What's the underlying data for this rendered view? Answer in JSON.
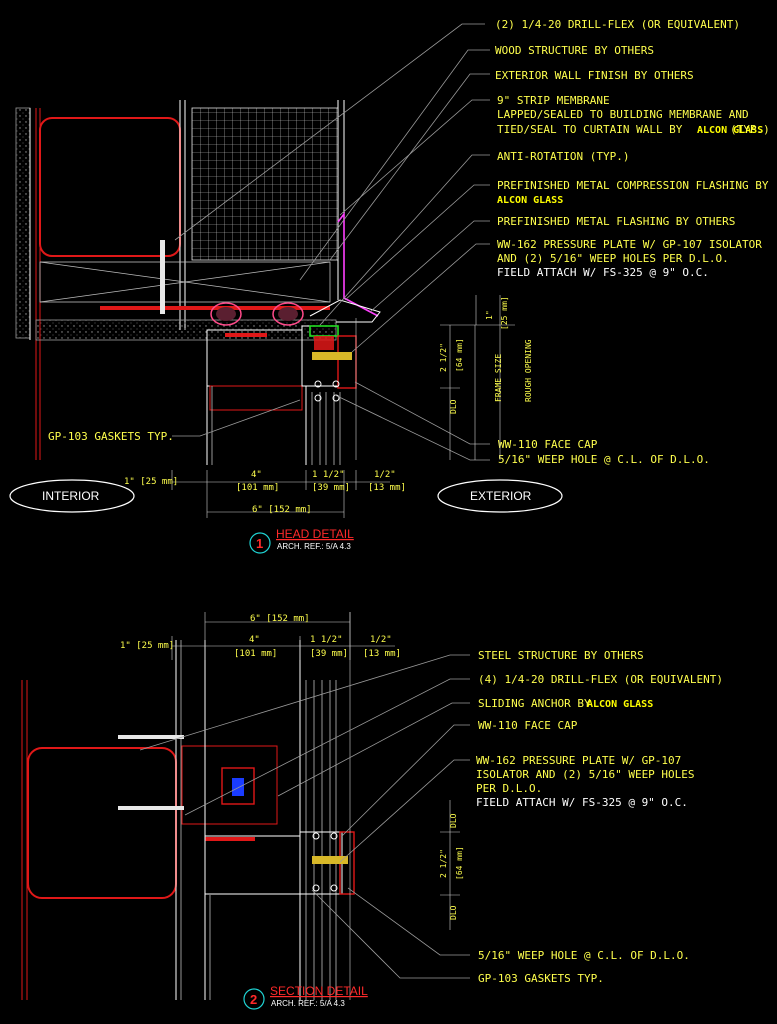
{
  "head": {
    "notes": [
      "(2)  1/4-20 DRILL-FLEX (OR EQUIVALENT)",
      "WOOD STRUCTURE BY OTHERS",
      "EXTERIOR WALL FINISH BY OTHERS",
      "9\" STRIP MEMBRANE",
      "LAPPED/SEALED TO BUILDING MEMBRANE AND",
      "TIED/SEAL TO CURTAIN WALL BY",
      "ANTI-ROTATION (TYP.)",
      "PREFINISHED METAL COMPRESSION FLASHING BY",
      "PREFINISHED METAL FLASHING BY OTHERS",
      "WW-162 PRESSURE PLATE W/ GP-107 ISOLATOR",
      "AND (2) 5/16\" WEEP HOLES PER D.L.O.",
      "FIELD ATTACH W/ FS-325 @ 9\" O.C.",
      "WW-110 FACE CAP",
      "5/16\" WEEP HOLE @ C.L. OF D.L.O.",
      "GP-103 GASKETS TYP."
    ],
    "brand": "ALCON GLASS",
    "typ": "(TYP.)",
    "dims": {
      "d1": "1\" [25 mm]",
      "d4": "4\"",
      "d4mm": "[101 mm]",
      "d15": "1 1/2\"",
      "d15mm": "[39 mm]",
      "dhalf": "1/2\"",
      "dhalfmm": "[13 mm]",
      "d6": "6\" [152 mm]",
      "v1": "1\"",
      "v1mm": "[25 mm]",
      "v25": "2 1/2\"",
      "v25mm": "[64 mm]",
      "dlo": "DLO",
      "frame": "FRAME SIZE",
      "rough": "ROUGH OPENING"
    },
    "interior": "INTERIOR",
    "exterior": "EXTERIOR",
    "bubble": "1",
    "title": "HEAD DETAIL",
    "ref": "ARCH. REF.: 5/A 4.3"
  },
  "section": {
    "notes": [
      "STEEL STRUCTURE BY OTHERS",
      "(4)    1/4-20 DRILL-FLEX (OR EQUIVALENT)",
      "SLIDING ANCHOR BY",
      "WW-110 FACE CAP",
      "WW-162 PRESSURE PLATE W/ GP-107",
      "ISOLATOR AND (2) 5/16\" WEEP HOLES",
      "PER D.L.O.",
      "FIELD ATTACH W/ FS-325 @ 9\" O.C.",
      "5/16\" WEEP HOLE @ C.L. OF D.L.O.",
      "GP-103 GASKETS TYP."
    ],
    "brand": "ALCON GLASS",
    "dims": {
      "d6": "6\" [152 mm]",
      "d1": "1\" [25 mm]",
      "d4": "4\"",
      "d4mm": "[101 mm]",
      "d15": "1 1/2\"",
      "d15mm": "[39 mm]",
      "dhalf": "1/2\"",
      "dhalfmm": "[13 mm]",
      "v25": "2 1/2\"",
      "v25mm": "[64 mm]",
      "dlo": "DLO"
    },
    "bubble": "2",
    "title": "SECTION DETAIL",
    "ref": "ARCH. REF.: 5/A 4.3"
  },
  "colors": {
    "background": "#000000",
    "note_text": "#ffff4d",
    "title_text": "#ff2a2a",
    "bubble": "#1fd3d3",
    "structure": "#e01818"
  }
}
